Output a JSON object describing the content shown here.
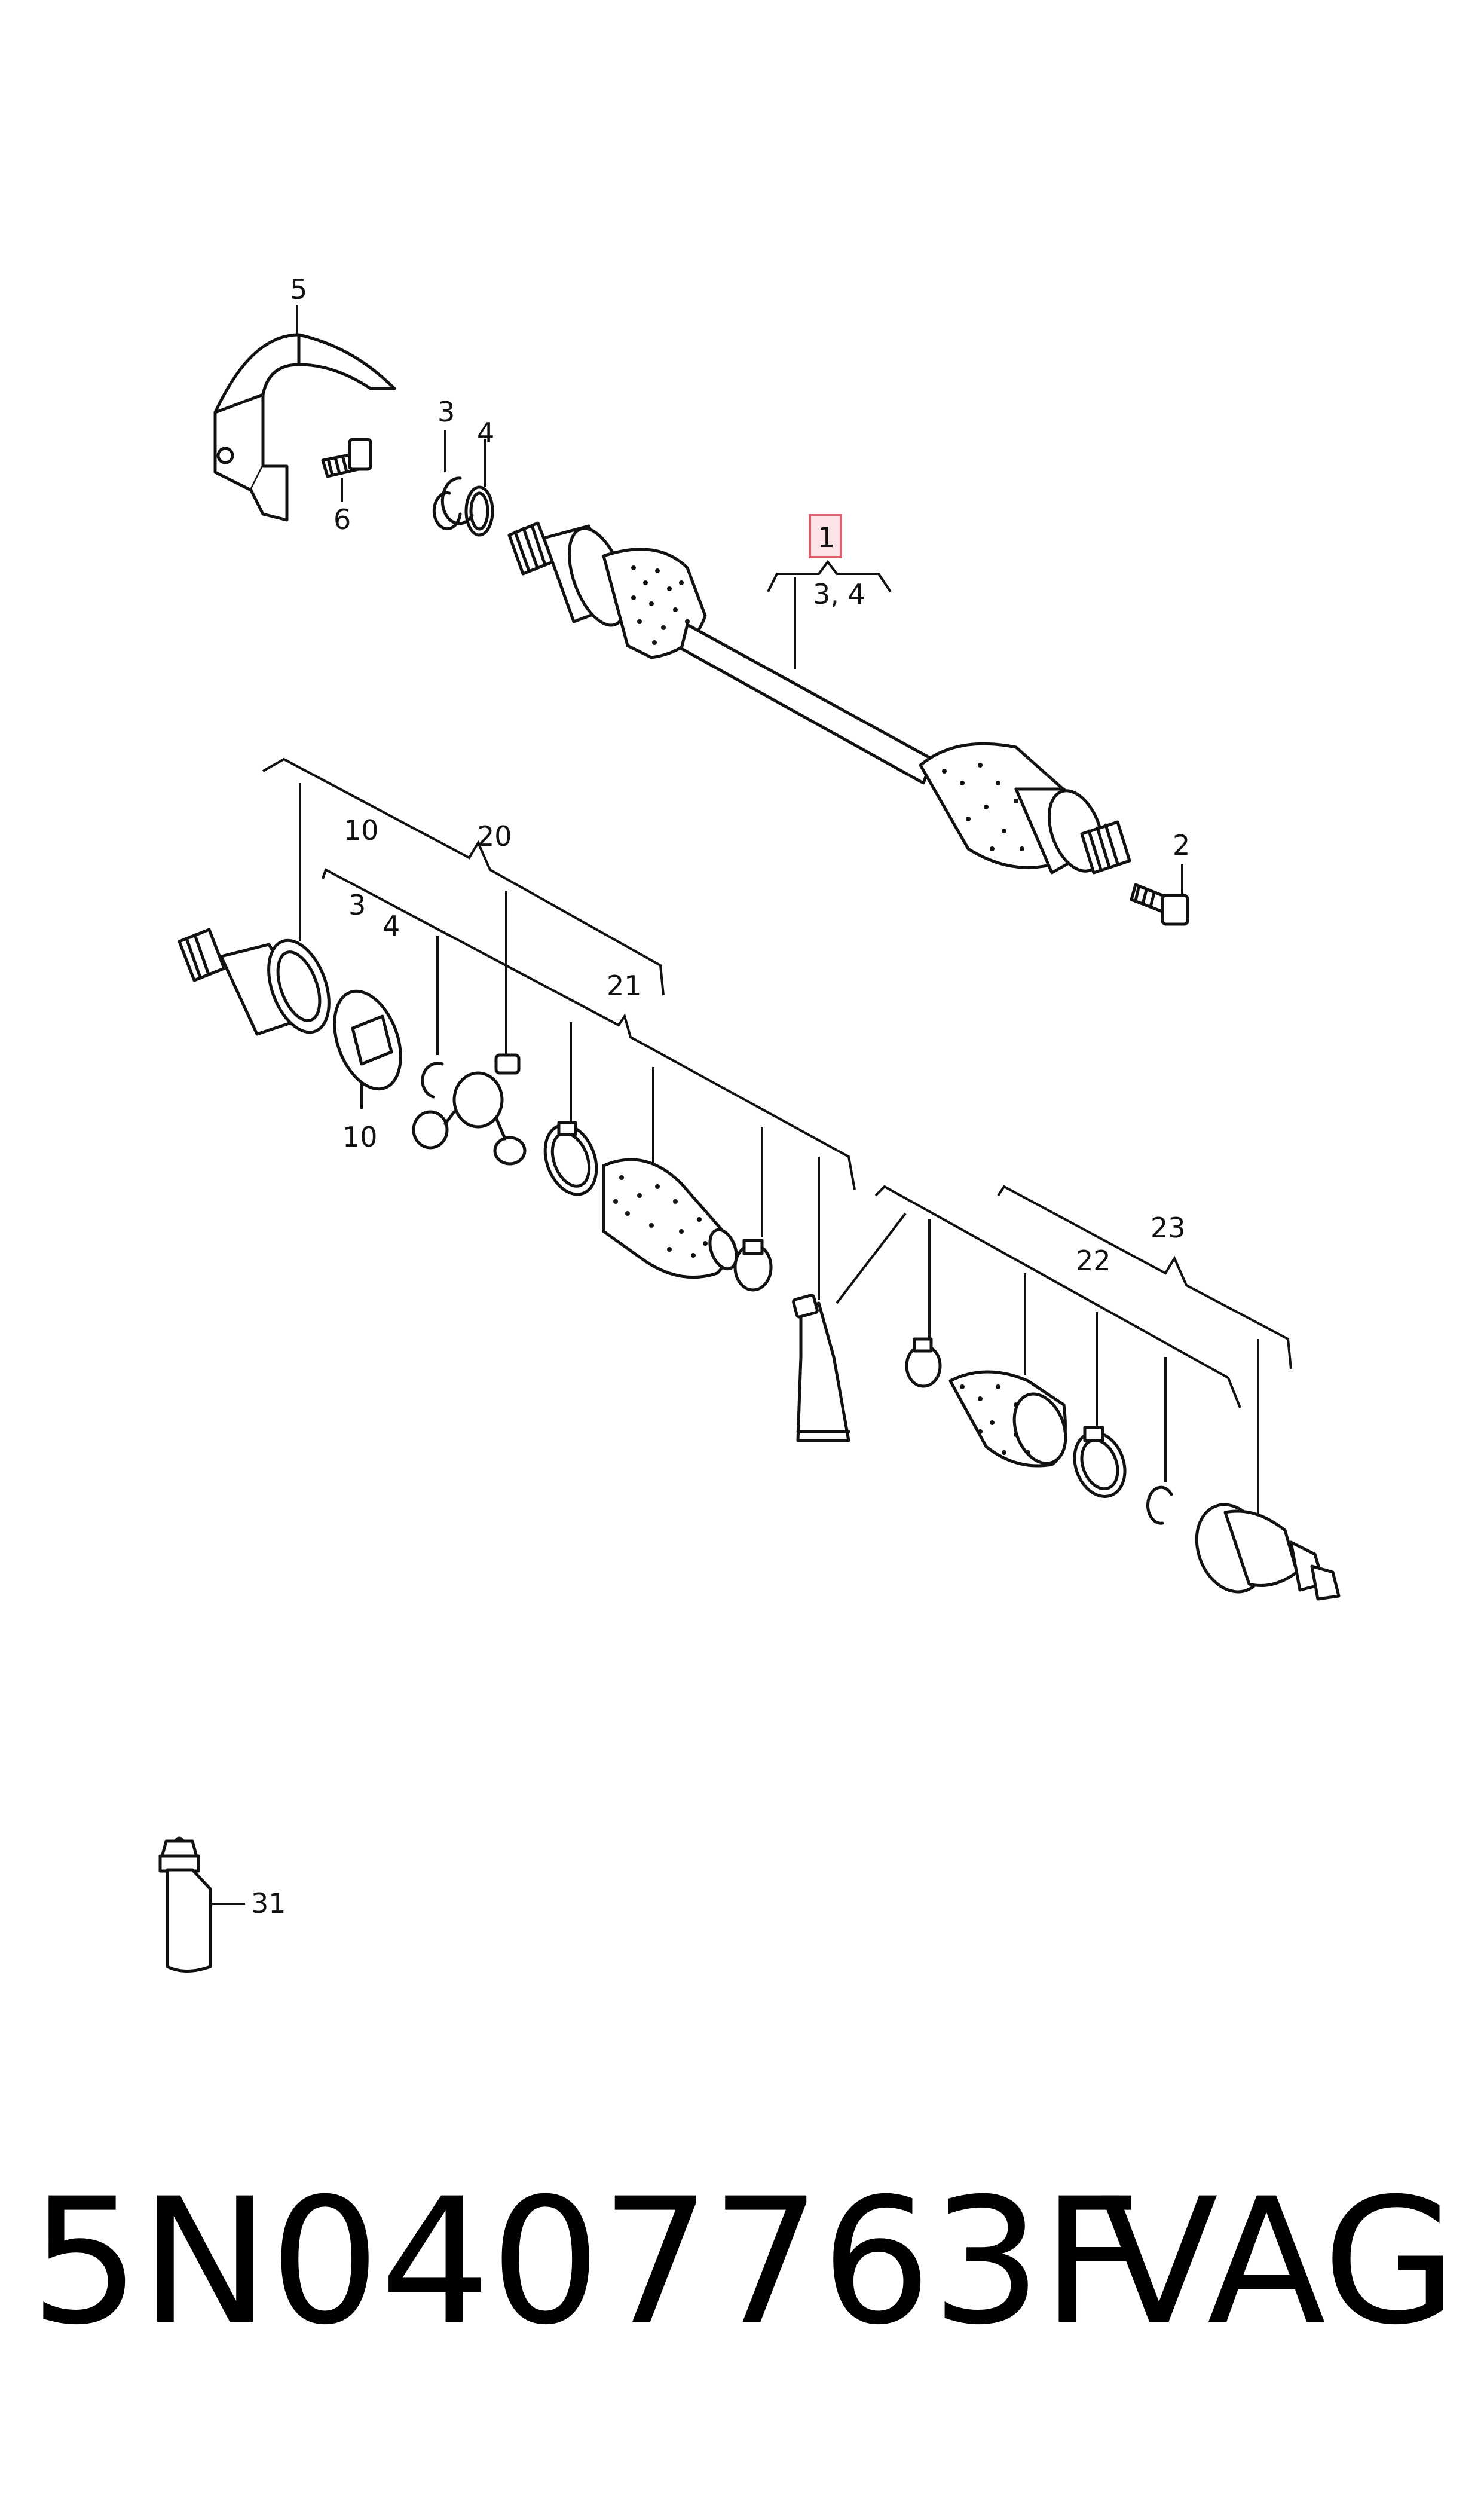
{
  "diagram": {
    "callouts": {
      "c1": "1",
      "c2": "2",
      "c3": "3",
      "c4": "4",
      "c5": "5",
      "c6": "6",
      "c10a": "10",
      "c10b": "10",
      "c20": "20",
      "c3b": "3",
      "c4b": "4",
      "c21": "21",
      "c22": "22",
      "c23": "23",
      "c31": "31",
      "c34": "3, 4"
    },
    "highlight_color": "#e06070"
  },
  "footer": {
    "part_number": "5N0407763F",
    "brand": "VAG"
  }
}
